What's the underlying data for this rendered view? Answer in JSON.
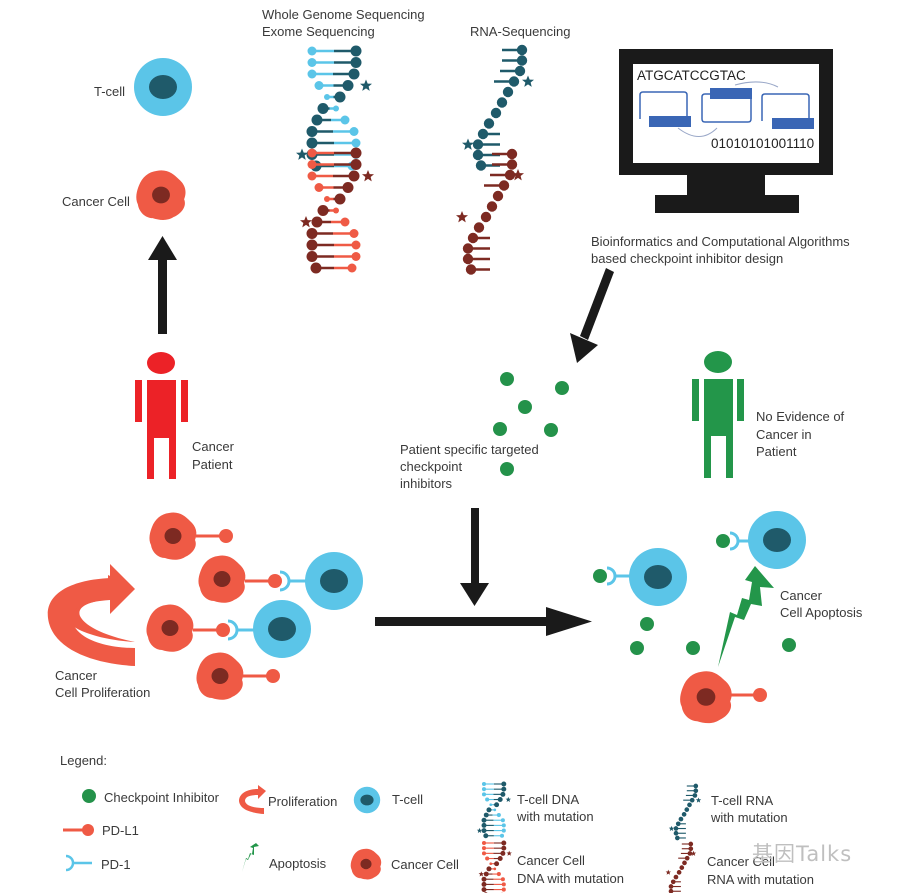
{
  "colors": {
    "tcell_outer": "#5bc5e8",
    "tcell_nucleus": "#1f5a6a",
    "cancer_body": "#ef5a45",
    "cancer_nucleus": "#7d2a22",
    "patient_red": "#ec2227",
    "patient_green": "#23964a",
    "inhibitor_green": "#24924a",
    "arrow_black": "#1a1a1a",
    "dna_light_blue": "#5bc5e8",
    "dna_dark_teal": "#1f5a6a",
    "dna_light_red": "#ef5a45",
    "dna_dark_red": "#7d2a22",
    "screen_blue": "#3a66b5"
  },
  "top_left": {
    "tcell_label": "T-cell",
    "cancer_cell_label": "Cancer Cell"
  },
  "sequencing": {
    "wgs_title_line1": "Whole Genome Sequencing",
    "wgs_title_line2": "Exome Sequencing",
    "rna_title": "RNA-Sequencing"
  },
  "computer": {
    "sequence_text": "ATGCATCCGTAC",
    "binary_text": "01010101001110",
    "caption_line1": "Bioinformatics and Computational Algorithms",
    "caption_line2": "based checkpoint inhibitor design"
  },
  "patients": {
    "cancer_patient_line1": "Cancer",
    "cancer_patient_line2": "Patient",
    "healthy_line1": "No Evidence of",
    "healthy_line2": "Cancer in",
    "healthy_line3": "Patient"
  },
  "inhibitors": {
    "line1": "Patient specific targeted",
    "line2": "checkpoint",
    "line3": "inhibitors"
  },
  "proliferation": {
    "line1": "Cancer",
    "line2": "Cell Proliferation"
  },
  "apoptosis": {
    "line1": "Cancer",
    "line2": "Cell Apoptosis"
  },
  "legend": {
    "title": "Legend:",
    "items": [
      {
        "icon": "checkpoint-inhibitor-icon",
        "label": "Checkpoint Inhibitor"
      },
      {
        "icon": "pd-l1-icon",
        "label": "PD-L1"
      },
      {
        "icon": "pd-1-icon",
        "label": "PD-1"
      },
      {
        "icon": "proliferation-icon",
        "label": "Proliferation"
      },
      {
        "icon": "apoptosis-icon",
        "label": "Apoptosis"
      },
      {
        "icon": "t-cell-icon",
        "label": "T-cell"
      },
      {
        "icon": "cancer-cell-icon",
        "label": "Cancer Cell"
      },
      {
        "icon": "tcell-dna-icon",
        "label_line1": "T-cell DNA",
        "label_line2": "with mutation"
      },
      {
        "icon": "cancer-dna-icon",
        "label_line1": "Cancer Cell",
        "label_line2": "DNA with mutation"
      },
      {
        "icon": "tcell-rna-icon",
        "label_line1": "T-cell RNA",
        "label_line2": "with mutation"
      },
      {
        "icon": "cancer-rna-icon",
        "label_line1": "Cancer Cell",
        "label_line2": "RNA with mutation"
      }
    ]
  },
  "watermark": "基因Talks"
}
